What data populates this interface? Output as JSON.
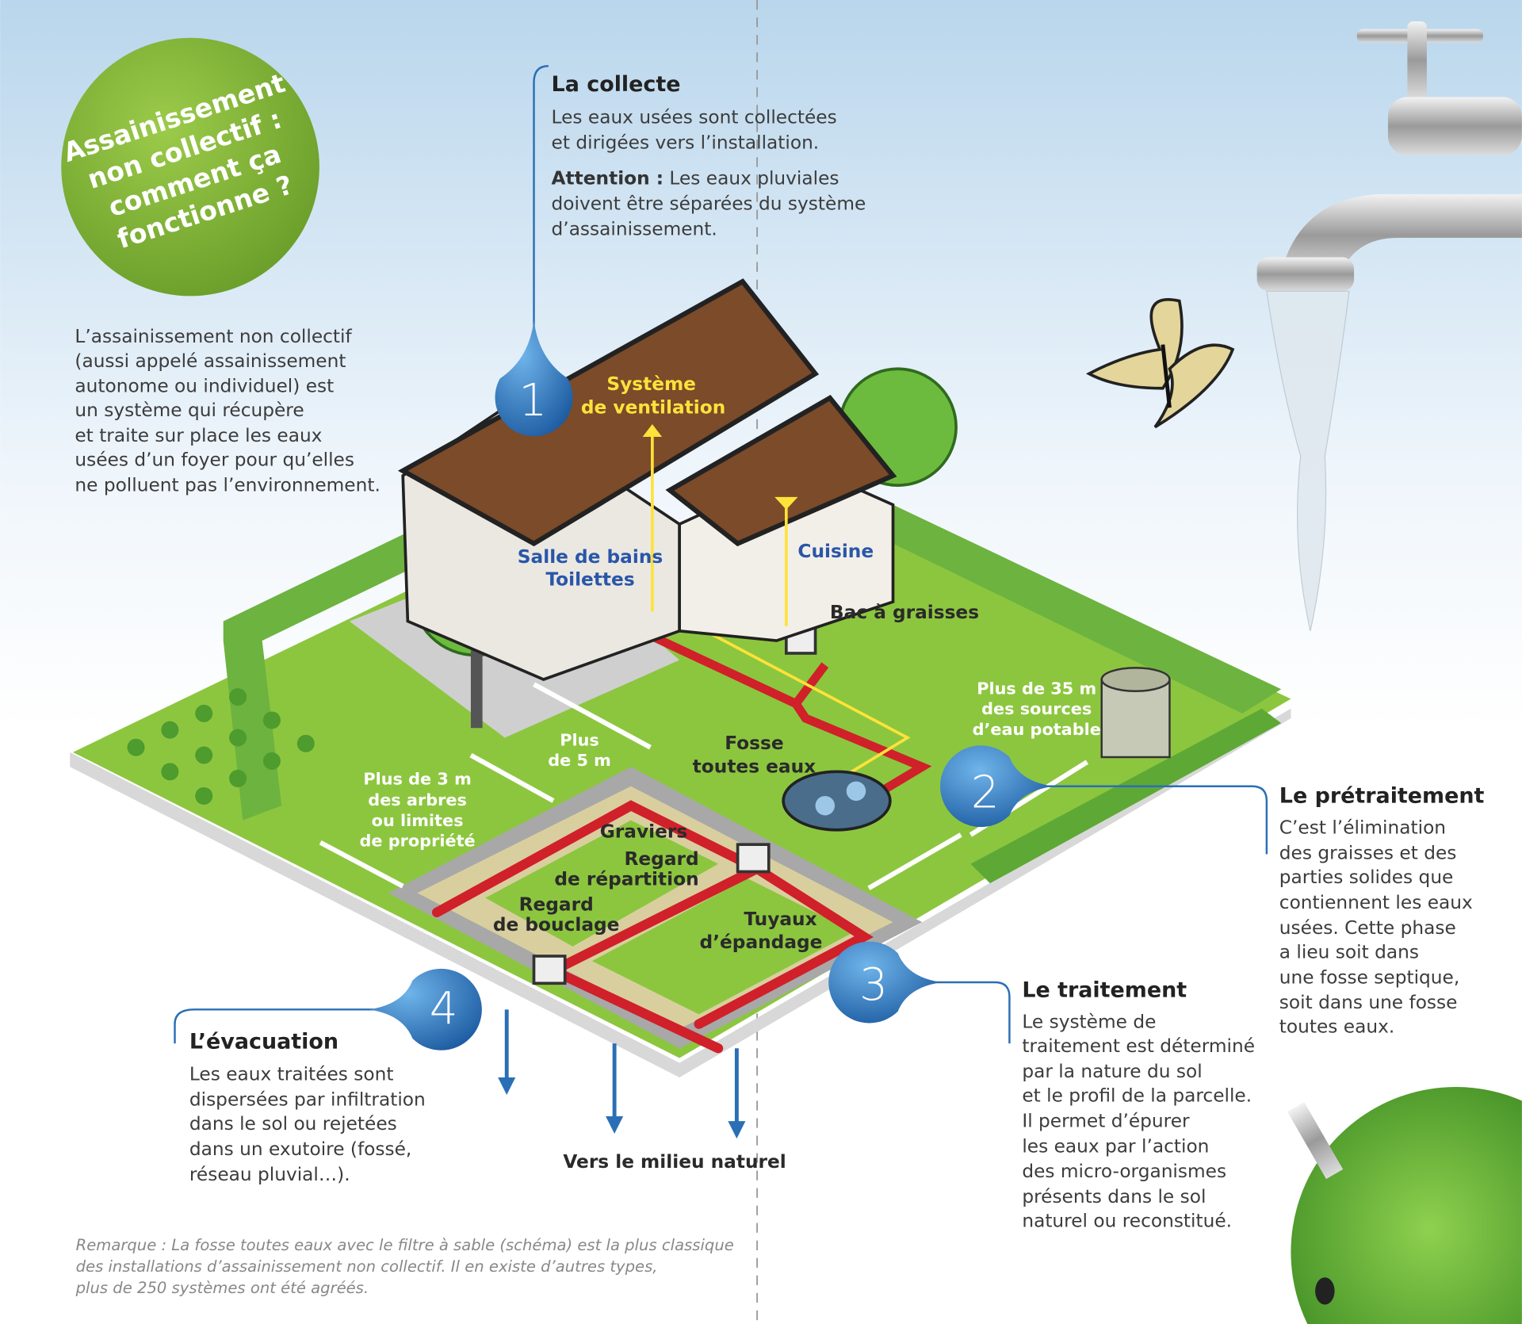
{
  "title": {
    "lines": [
      "Assainissement",
      "non collectif :",
      "comment ça",
      "fonctionne ?"
    ]
  },
  "intro": {
    "lines": [
      "L’assainissement non collectif",
      "(aussi appelé assainissement",
      "autonome ou individuel) est",
      "un système qui récupère",
      "et traite sur place les eaux",
      "usées d’un foyer pour qu’elles",
      "ne polluent pas l’environnement."
    ]
  },
  "steps": [
    {
      "number": "1",
      "heading": "La collecte",
      "lines": [
        "Les eaux usées sont collectées",
        "et dirigées vers l’installation."
      ],
      "attention_label": "Attention :",
      "attention_lines": [
        "Les eaux pluviales",
        "doivent être séparées du système",
        "d’assainissement."
      ]
    },
    {
      "number": "2",
      "heading": "Le prétraitement",
      "lines": [
        "C’est l’élimination",
        "des graisses et des",
        "parties solides que",
        "contiennent les eaux",
        "usées. Cette phase",
        "a lieu soit dans",
        "une fosse septique,",
        "soit dans une fosse",
        "toutes eaux."
      ]
    },
    {
      "number": "3",
      "heading": "Le traitement",
      "lines": [
        "Le système de",
        "traitement est déterminé",
        "par la nature du sol",
        "et le profil de la parcelle.",
        "Il permet d’épurer",
        "les eaux par l’action",
        "des micro-organismes",
        "présents dans le sol",
        "naturel ou reconstitué."
      ]
    },
    {
      "number": "4",
      "heading": "L’évacuation",
      "lines": [
        "Les eaux traitées sont",
        "dispersées par infiltration",
        "dans le sol ou rejetées",
        "dans un exutoire (fossé,",
        "réseau pluvial…)."
      ]
    }
  ],
  "diagram": {
    "ventilation": [
      "Système",
      "de ventilation"
    ],
    "salle_de_bains": [
      "Salle de bains",
      "Toilettes"
    ],
    "cuisine": "Cuisine",
    "bac": "Bac à graisses",
    "fosse": [
      "Fosse",
      "toutes eaux"
    ],
    "sources": [
      "Plus de 35 m",
      "des sources",
      "d’eau potable"
    ],
    "plus5": [
      "Plus",
      "de 5 m"
    ],
    "plus3": [
      "Plus de 3 m",
      "des arbres",
      "ou limites",
      "de propriété"
    ],
    "graviers": "Graviers",
    "regard_rep": [
      "Regard",
      "de répartition"
    ],
    "regard_bou": [
      "Regard",
      "de bouclage"
    ],
    "tuyaux": [
      "Tuyaux",
      "d’épandage"
    ],
    "milieu": "Vers le milieu naturel"
  },
  "note": {
    "lines": [
      "Remarque : La fosse toutes eaux avec le filtre à sable (schéma) est la plus classique",
      "des installations d’assainissement non collectif. Il en existe d’autres types,",
      "plus de 250 systèmes ont été agréés."
    ]
  },
  "colors": {
    "green": "#8cc63f",
    "blue": "#2a6fb5",
    "roof": "#7b4b2a",
    "pipe": "#d0202a"
  }
}
